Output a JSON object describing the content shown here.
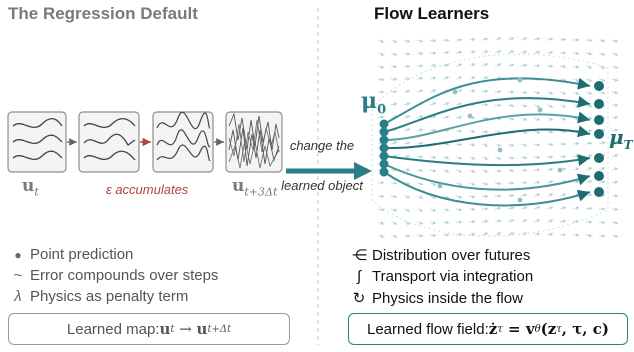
{
  "left": {
    "title": "The Regression Default",
    "labels": {
      "u_t": "u",
      "u_t_sub": "t",
      "eps": "ε accumulates",
      "u_t3": "u",
      "u_t3_sub": "t+3Δt"
    },
    "bullets": [
      {
        "icon": "dot-icon",
        "symbol": "●",
        "text": "Point prediction"
      },
      {
        "icon": "tilde-icon",
        "symbol": "~",
        "text": "Error compounds over steps"
      },
      {
        "icon": "lambda-icon",
        "symbol": "λ",
        "text": "Physics as penalty term"
      }
    ],
    "formula_label": "Learned map: ",
    "formula_u1": "u",
    "formula_u1_sub": "t",
    "formula_arrow": " → ",
    "formula_u2": "u",
    "formula_u2_sub": "t+Δt"
  },
  "middle": {
    "line1": "change the",
    "line2": "learned object"
  },
  "right": {
    "title": "Flow Learners",
    "mu0": "μ",
    "mu0_sub": "0",
    "muT": "μ",
    "muT_sub": "T",
    "bullets": [
      {
        "icon": "fan-icon",
        "symbol": "⋲",
        "text": "Distribution over futures"
      },
      {
        "icon": "integral-icon",
        "symbol": "∫",
        "text": "Transport via integration"
      },
      {
        "icon": "cycle-icon",
        "symbol": "↻",
        "text": "Physics inside the flow"
      }
    ],
    "formula_label": "Learned flow field: ",
    "formula_math": "ż",
    "formula_sub": "τ",
    "formula_eq": " = v",
    "formula_theta": "θ",
    "formula_args": "(z",
    "formula_args_sub": "τ",
    "formula_rest": ", τ, c)"
  },
  "colors": {
    "teal": "#2a7f86",
    "teal_dark": "#1f6b72",
    "teal_light": "#9cc7cb",
    "gray": "#7a7a7a",
    "red": "#b0443a"
  }
}
